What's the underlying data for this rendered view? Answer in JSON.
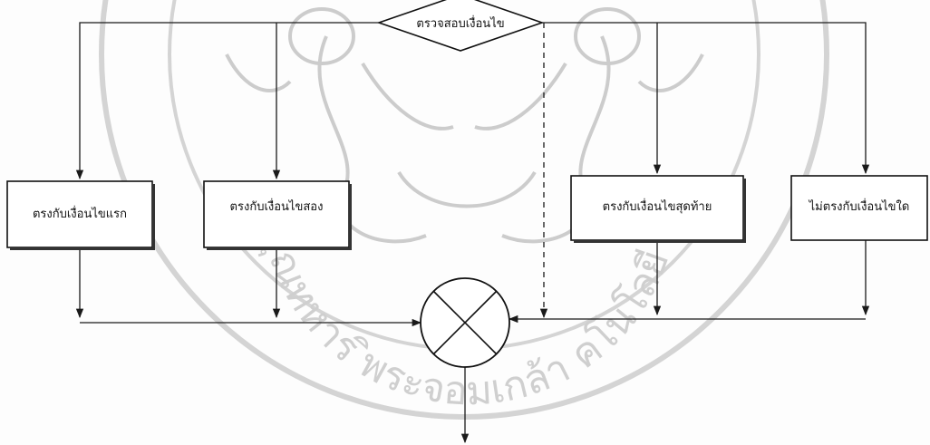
{
  "decision": {
    "label": "ตรวจสอบเงื่อนไข"
  },
  "cases": [
    {
      "label": "ตรงกับเงื่อนไขแรก"
    },
    {
      "label": "ตรงกับเงื่อนไขสอง"
    },
    {
      "label": "ตรงกับเงื่อนไขสุดท้าย"
    },
    {
      "label": "ไม่ตรงกับเงื่อนไขใด"
    }
  ],
  "merge": {
    "symbol": "or-merge (circle with X)"
  },
  "watermark": {
    "text": "ุณทหาร ิพระจอมเกล้า คโนโลยี"
  },
  "colors": {
    "line": "#1a1a1a",
    "watermark": "#cfcfcf",
    "box_border": "#111111",
    "box_fill": "#ffffff"
  }
}
